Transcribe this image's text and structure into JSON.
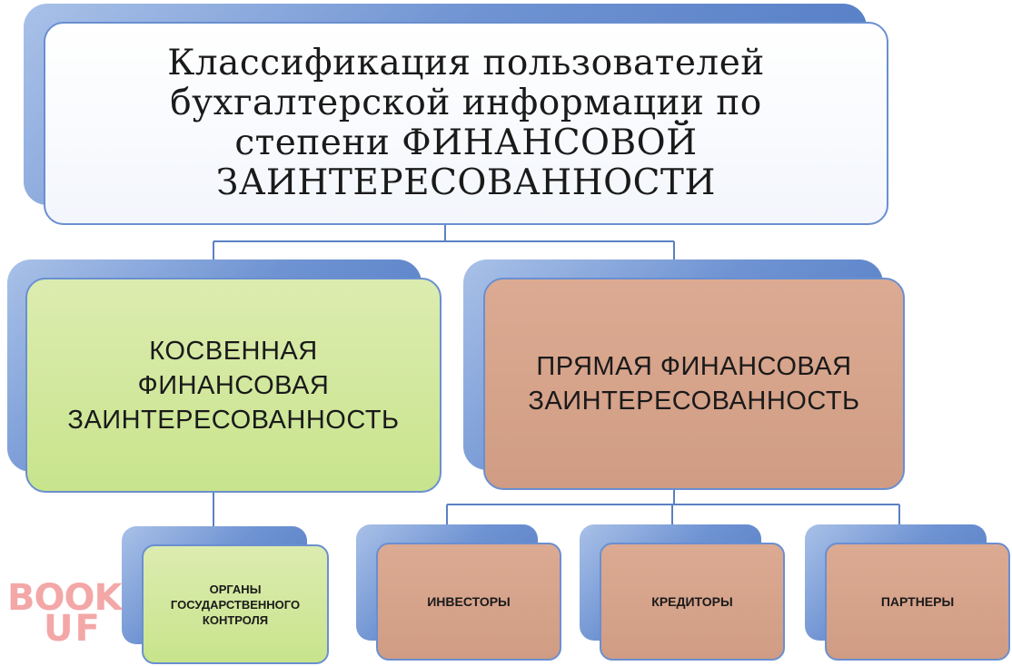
{
  "title": {
    "lines": [
      "Классификация пользователей",
      "бухгалтерской информации по",
      "степени ФИНАНСОВОЙ",
      "ЗАИНТЕРЕСОВАННОСТИ"
    ]
  },
  "indirect": {
    "lines": [
      "КОСВЕННАЯ",
      "ФИНАНСОВАЯ",
      "ЗАИНТЕРЕСОВАННОСТЬ"
    ]
  },
  "direct": {
    "lines": [
      "ПРЯМАЯ ФИНАНСОВАЯ",
      "ЗАИНТЕРЕСОВАННОСТЬ"
    ]
  },
  "gov": {
    "lines": [
      "ОРГАНЫ",
      "ГОСУДАРСТВЕННОГО",
      "КОНТРОЛЯ"
    ]
  },
  "investors": {
    "label": "ИНВЕСТОРЫ"
  },
  "creditors": {
    "label": "КРЕДИТОРЫ"
  },
  "partners": {
    "label": "ПАРТНЕРЫ"
  },
  "watermark": {
    "line1": "BOOK",
    "line2": "UF"
  },
  "colors": {
    "title_fill": "#ffffff",
    "indirect_fill": "#c8e48c",
    "direct_fill": "#d09c84",
    "shadow": "#6f93d2",
    "connector": "#5b80c4",
    "watermark": "#f08a8a"
  }
}
